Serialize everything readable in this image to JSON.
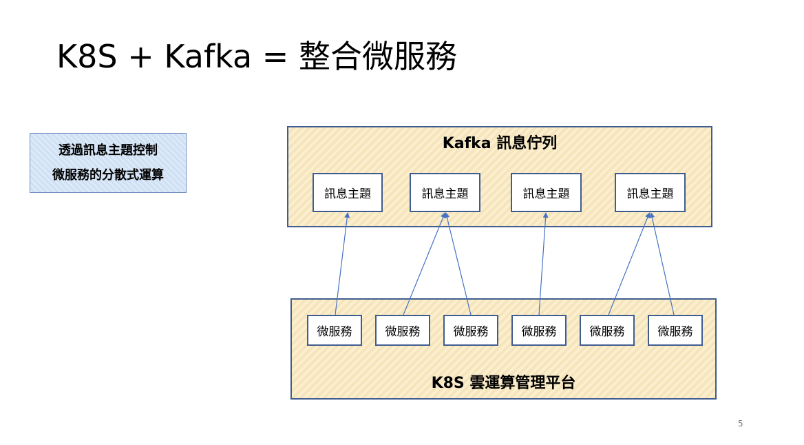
{
  "title": "K8S + Kafka = 整合微服務",
  "note": {
    "line1": "透過訊息主題控制",
    "line2": "微服務的分散式運算"
  },
  "kafka": {
    "title": "Kafka 訊息佇列",
    "topics": [
      "訊息主題",
      "訊息主題",
      "訊息主題",
      "訊息主題"
    ]
  },
  "k8s": {
    "title": "K8S 雲運算管理平台",
    "services": [
      "微服務",
      "微服務",
      "微服務",
      "微服務",
      "微服務",
      "微服務"
    ]
  },
  "colors": {
    "line": "#4472c4",
    "border": "#3f5d8f",
    "panel_fill": "#fbefd0",
    "note_fill": "#dce9f8"
  },
  "connections": [
    {
      "from_service": 1,
      "to_topic": 1
    },
    {
      "from_service": 2,
      "to_topic": 2
    },
    {
      "from_service": 3,
      "to_topic": 2
    },
    {
      "from_service": 4,
      "to_topic": 3
    },
    {
      "from_service": 5,
      "to_topic": 4
    },
    {
      "from_service": 6,
      "to_topic": 4
    }
  ],
  "page_number": "5"
}
